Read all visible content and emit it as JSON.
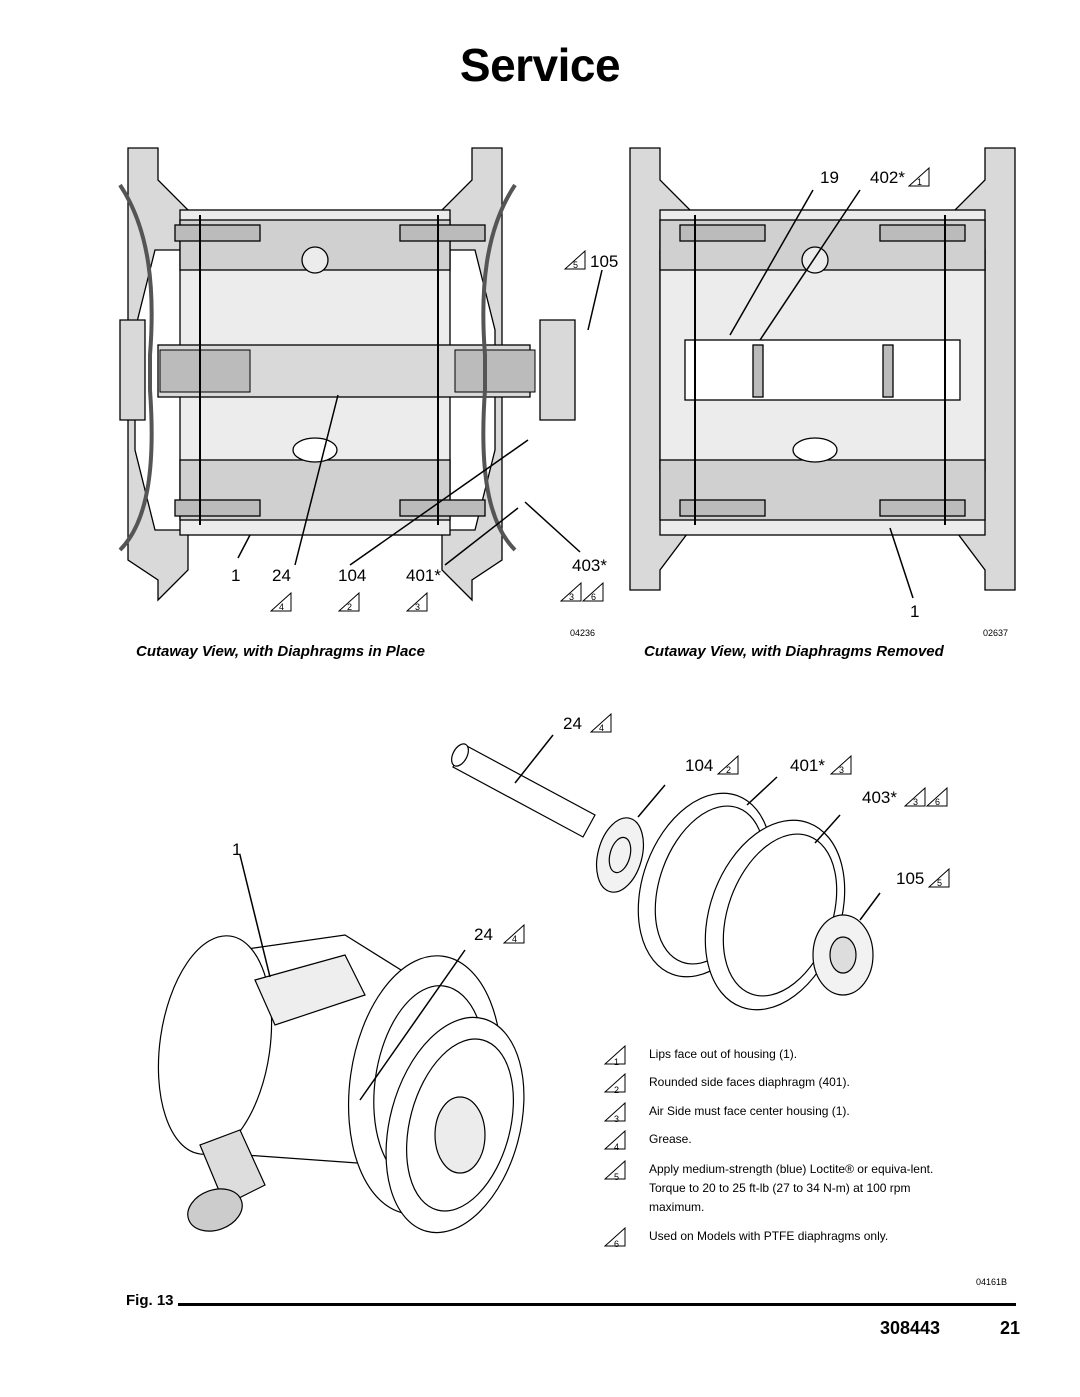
{
  "page": {
    "title": "Service"
  },
  "top_left": {
    "callouts": {
      "c1": "1",
      "c24": "24",
      "c104": "104",
      "c401": "401*",
      "c403": "403*",
      "c105": "105"
    },
    "tri_labels": {
      "t24": "4",
      "t104": "2",
      "t401": "3",
      "t403a": "3",
      "t403b": "6",
      "t105": "5"
    },
    "ref_code": "04236",
    "caption": "Cutaway View, with Diaphragms in Place"
  },
  "top_right": {
    "callouts": {
      "c19": "19",
      "c402": "402*",
      "c1": "1"
    },
    "tri_labels": {
      "t402": "1"
    },
    "ref_code": "02637",
    "caption": "Cutaway View, with Diaphragms Removed"
  },
  "exploded": {
    "callouts": {
      "c24a": "24",
      "c104": "104",
      "c401": "401*",
      "c403": "403*",
      "c105": "105",
      "c1": "1",
      "c24b": "24"
    },
    "tri_labels": {
      "t24a": "4",
      "t104": "2",
      "t401": "3",
      "t403a": "3",
      "t403b": "6",
      "t105": "5",
      "t24b": "4"
    },
    "ref_code": "04161B"
  },
  "notes": [
    {
      "num": "1",
      "text": "Lips face out of housing (1)."
    },
    {
      "num": "2",
      "text": "Rounded side faces diaphragm (401)."
    },
    {
      "num": "3",
      "text": "Air Side  must face center housing (1)."
    },
    {
      "num": "4",
      "text": "Grease."
    },
    {
      "num": "5",
      "text": "Apply medium-strength (blue) Loctite® or equiva-lent.  Torque to 20 to 25 ft-lb (27 to 34 N-m) at 100 rpm maximum."
    },
    {
      "num": "6",
      "text": "Used on Models with PTFE diaphragms only."
    }
  ],
  "footer": {
    "fig_label": "Fig. 13",
    "doc_number": "308443",
    "page_number": "21"
  }
}
